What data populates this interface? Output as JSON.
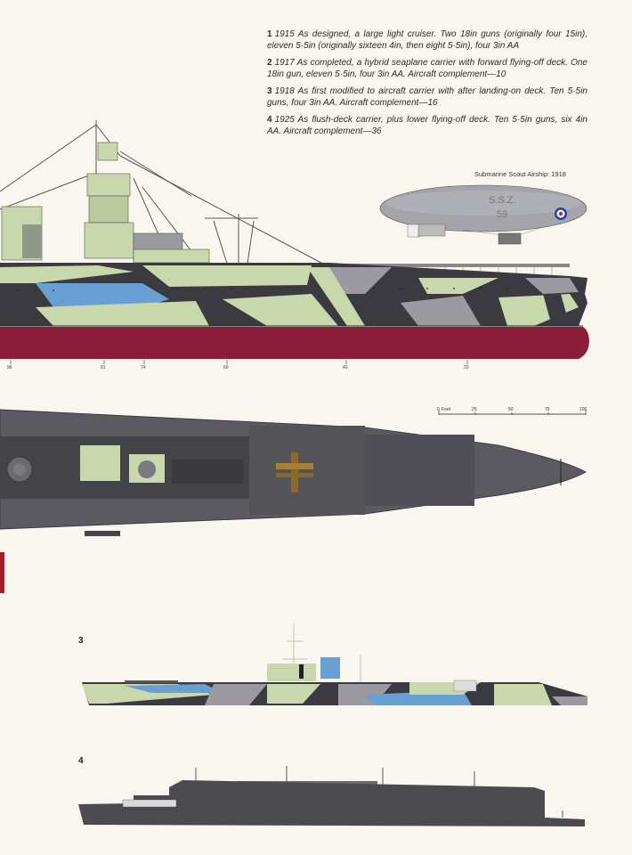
{
  "captions": [
    {
      "number": "1",
      "text": "1915 As designed, a large light cruiser. Two 18in guns (originally four 15in), eleven 5·5in (originally sixteen 4in, then eight 5·5in), four 3in AA"
    },
    {
      "number": "2",
      "text": "1917 As completed, a hybrid seaplane carrier with forward flying-off deck. One 18in gun, eleven 5·5in, four 3in AA. Aircraft complement—10"
    },
    {
      "number": "3",
      "text": "1918 As first modified to aircraft carrier with after landing-on deck. Ten 5·5in guns, four 3in AA.   Aircraft complement—16"
    },
    {
      "number": "4",
      "text": "1925 As flush-deck carrier, plus lower flying-off deck. Ten 5·5in guns, six 4in AA.   Aircraft complement—36"
    }
  ],
  "airship": {
    "label": "Submarine Scout Airship: 1918",
    "hull_marking": "S.S.Z.",
    "hull_number": "59"
  },
  "stations": [
    "96",
    "81",
    "74",
    "60",
    "40",
    "20"
  ],
  "scale": {
    "unit": "Feet",
    "zero": "0",
    "ticks": [
      "25",
      "50",
      "75",
      "100"
    ]
  },
  "figure_labels": {
    "fig3": "3",
    "fig4": "4"
  },
  "colors": {
    "paper": "#f8f6ef",
    "hull_red": "#8b1d3a",
    "dazzle_dark": "#3a3a40",
    "dazzle_green": "#c9d7ad",
    "dazzle_blue": "#6a9fd3",
    "dazzle_grey": "#9a9aa0",
    "deck_grey": "#58585e",
    "fig4_grey": "#4a4a4f"
  }
}
